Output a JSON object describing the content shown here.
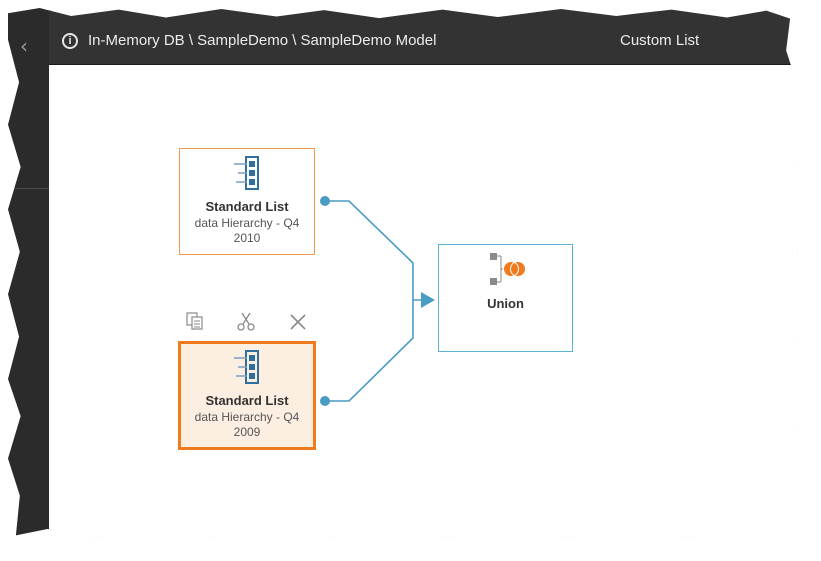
{
  "header": {
    "breadcrumb": "In-Memory DB \\ SampleDemo \\ SampleDemo Model",
    "title": "Custom List"
  },
  "nodes": [
    {
      "title": "Standard List",
      "subtitle": "data Hierarchy - Q4 2010",
      "selected": false,
      "icon": "hierarchy-list-icon"
    },
    {
      "title": "Standard List",
      "subtitle": "data Hierarchy - Q4 2009",
      "selected": true,
      "icon": "hierarchy-list-icon"
    }
  ],
  "union": {
    "title": "Union",
    "icon": "union-icon"
  },
  "toolbar": {
    "icons": [
      "copy-icon",
      "cut-icon",
      "delete-icon"
    ]
  },
  "colors": {
    "header_bg": "#333333",
    "sidebar_bg": "#2b2b2b",
    "node_border": "#f39a4b",
    "selected_border": "#f07b1e",
    "selected_bg": "#fdeee2",
    "union_border": "#59b5d6",
    "connector": "#4a9cc4",
    "union_orange": "#f07b1e"
  }
}
